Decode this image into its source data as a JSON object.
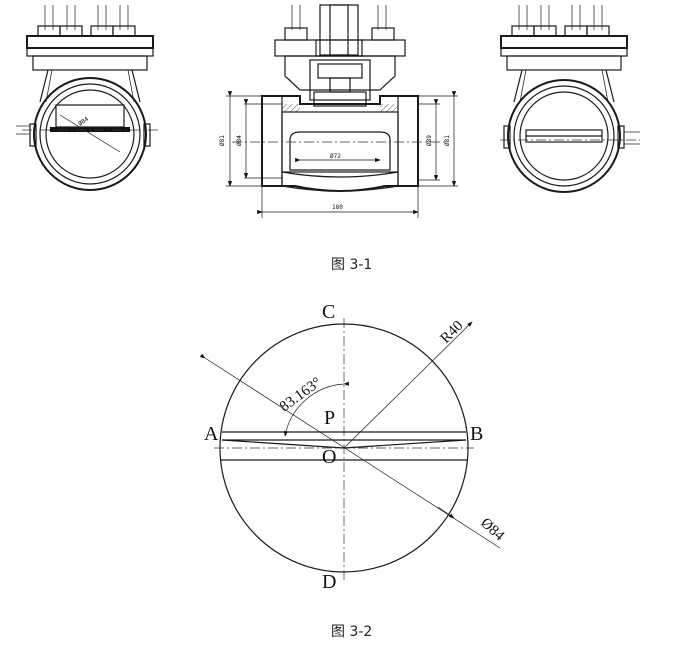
{
  "figure1": {
    "caption": "图 3-1",
    "left_view": {
      "dim_diameter": "Ø84"
    },
    "section_view": {
      "dims": [
        "Ø81",
        "Ø84",
        "Ø72",
        "Ø89",
        "Ø81",
        "180"
      ]
    }
  },
  "figure2": {
    "caption": "图 3-2",
    "points": {
      "A": "A",
      "B": "B",
      "C": "C",
      "D": "D",
      "P": "P",
      "O": "O"
    },
    "angle_label": "83.163°",
    "radius_label": "R40",
    "diameter_label": "Ø84"
  }
}
